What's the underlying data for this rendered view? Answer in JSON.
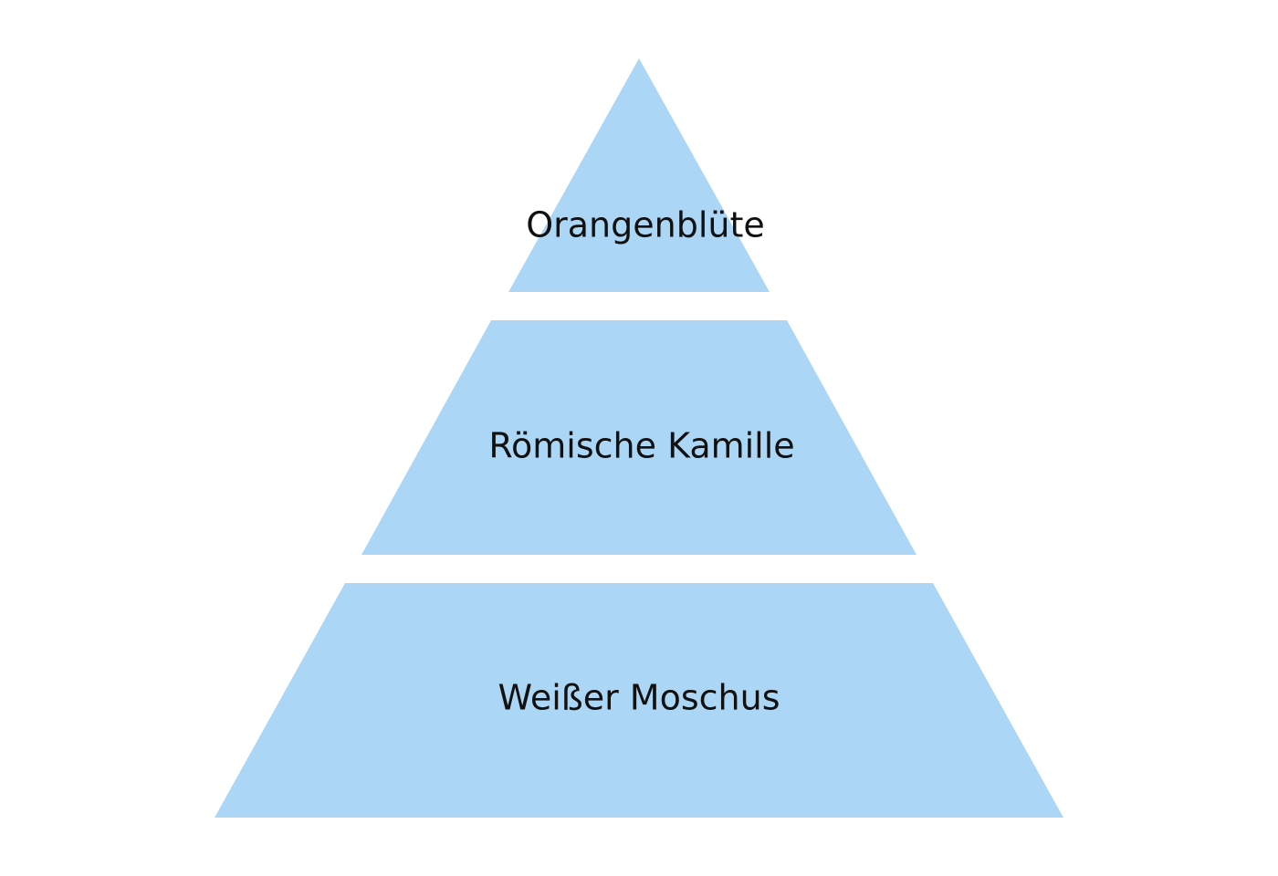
{
  "colors": {
    "tier_fill": "#acd6f5",
    "background": "#ffffff",
    "label_text": "#111111"
  },
  "pyramid": {
    "tiers": [
      {
        "label": "Orangenblüte"
      },
      {
        "label": "Römische Kamille"
      },
      {
        "label": "Weißer Moschus"
      }
    ]
  }
}
